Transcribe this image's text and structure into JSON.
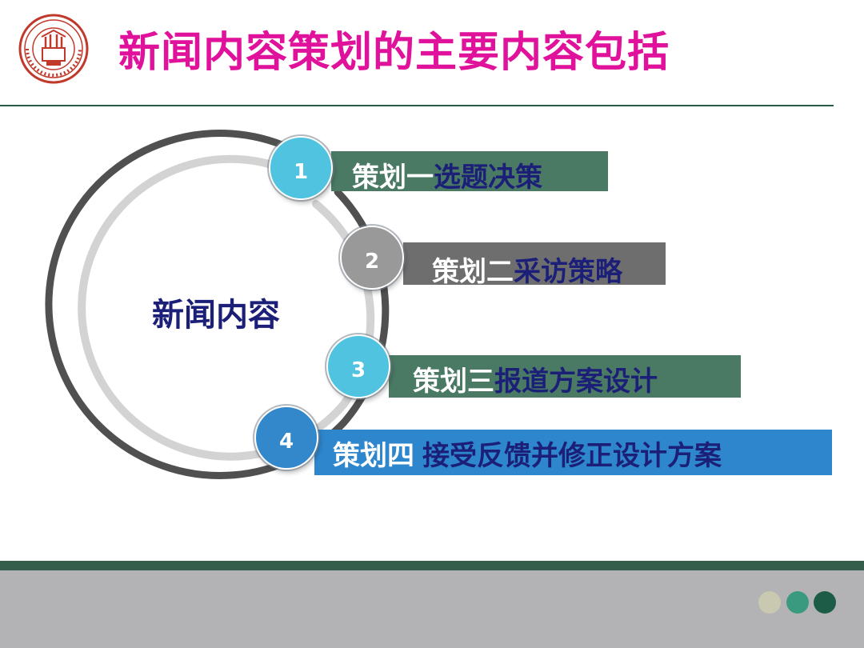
{
  "title": "新闻内容策划的主要内容包括",
  "center_label": "新闻内容",
  "colors": {
    "title": "#e0119a",
    "text_dark": "#1c1f78",
    "rule": "#2a5a45",
    "footer_band": "#355e4c",
    "footer": "#b3b3b5",
    "ring_outer": "#505050",
    "ring_inner": "#d3d3d3"
  },
  "items": [
    {
      "number": "1",
      "prefix": "策划一",
      "text": "选题决策",
      "bar_color": "#4a7a64",
      "circle_color": "#4fc3e0"
    },
    {
      "number": "2",
      "prefix": "策划二",
      "text": "采访策略",
      "bar_color": "#6e6e6e",
      "circle_color": "#999999"
    },
    {
      "number": "3",
      "prefix": "策划三",
      "text": "报道方案设计",
      "bar_color": "#4a7a64",
      "circle_color": "#4fc3e0"
    },
    {
      "number": "4",
      "prefix": "策划四",
      "text": "接受反馈并修正设计方案",
      "bar_color": "#2e86cc",
      "circle_color": "#3388cc"
    }
  ],
  "footer_dots": [
    "#c9c8b0",
    "#3a9a80",
    "#1d5c46"
  ],
  "logo": {
    "icon": "university-seal-icon",
    "color": "#c0392b"
  }
}
